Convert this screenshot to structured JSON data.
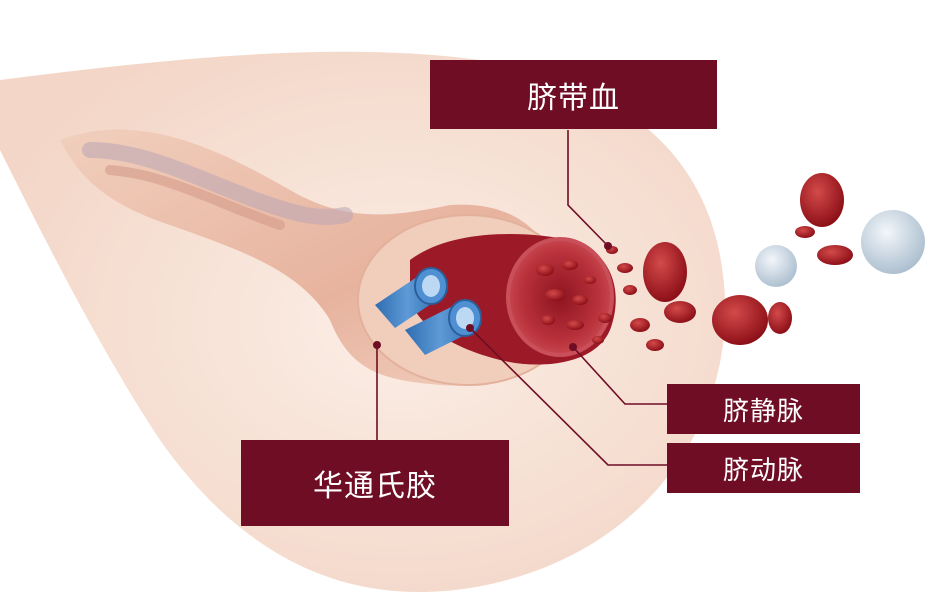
{
  "labels": {
    "cord_blood": "脐带血",
    "umbilical_vein": "脐静脉",
    "umbilical_artery": "脐动脉",
    "whartons_jelly": "华通氏胶"
  },
  "colors": {
    "label_bg": "#6e0d24",
    "label_text": "#ffffff",
    "leader_line": "#6e0d24",
    "background_blob": "#f7e0d4",
    "cord_tissue": "#efc9b6",
    "vein": "#a3202e",
    "artery": "#4a87c8",
    "red_cell": "#a81e28",
    "white_cell": "#d2dde8"
  }
}
